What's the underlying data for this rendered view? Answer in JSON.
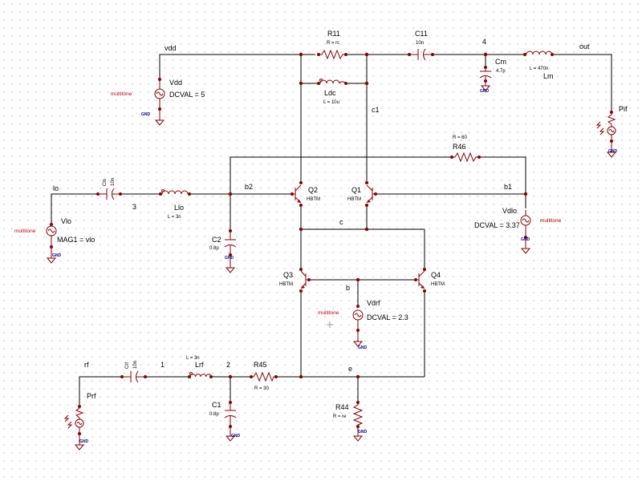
{
  "nets": {
    "vdd": "vdd",
    "lo": "lo",
    "n3": "3",
    "b2": "b2",
    "b1": "b1",
    "c": "c",
    "c1": "c1",
    "b": "b",
    "rf": "rf",
    "n1": "1",
    "n2": "2",
    "e": "e",
    "n4": "4",
    "out": "out"
  },
  "components": {
    "R11": {
      "name": "R11",
      "value": "R = rc"
    },
    "C11": {
      "name": "C11",
      "value": "10n"
    },
    "Lm": {
      "name": "Lm",
      "value": "L = 470n"
    },
    "Cm": {
      "name": "Cm",
      "value": "4.7p"
    },
    "Ldc": {
      "name": "Ldc",
      "value": "L = 10u"
    },
    "Vdd": {
      "name": "Vdd",
      "value": "DCVAL = 5",
      "tag": "multitone"
    },
    "Pif": {
      "name": "Pif"
    },
    "R46": {
      "name": "R46",
      "value": "R = 60"
    },
    "Clo": {
      "name": "Clo",
      "value": "10n"
    },
    "Llo": {
      "name": "Llo",
      "value": "L = 3n"
    },
    "Q2": {
      "name": "Q2",
      "model": "HBTM"
    },
    "Q1": {
      "name": "Q1",
      "model": "HBTM"
    },
    "Vdlo": {
      "name": "Vdlo",
      "value": "DCVAL = 3.37",
      "tag": "multitone"
    },
    "Vlo": {
      "name": "Vlo",
      "value": "MAG1 = vlo",
      "tag": "multitone"
    },
    "C2": {
      "name": "C2",
      "value": "0.8p"
    },
    "Q3": {
      "name": "Q3",
      "model": "HBTM"
    },
    "Q4": {
      "name": "Q4",
      "model": "HBTM"
    },
    "Vdrf": {
      "name": "Vdrf",
      "value": "DCVAL = 2.3",
      "tag": "multitone"
    },
    "Crf": {
      "name": "Crf",
      "value": "10n"
    },
    "Lrf": {
      "name": "Lrf",
      "value": "L = 3n"
    },
    "R45": {
      "name": "R45",
      "value": "R = 30"
    },
    "C1": {
      "name": "C1",
      "value": "0.8p"
    },
    "R44": {
      "name": "R44",
      "value": "R = re"
    },
    "Prf": {
      "name": "Prf"
    }
  },
  "gnd_label": "GND",
  "colors": {
    "wire": "#000000",
    "component": "#8b0000",
    "gnd_text": "#00008b",
    "tag_text": "#c00000"
  }
}
